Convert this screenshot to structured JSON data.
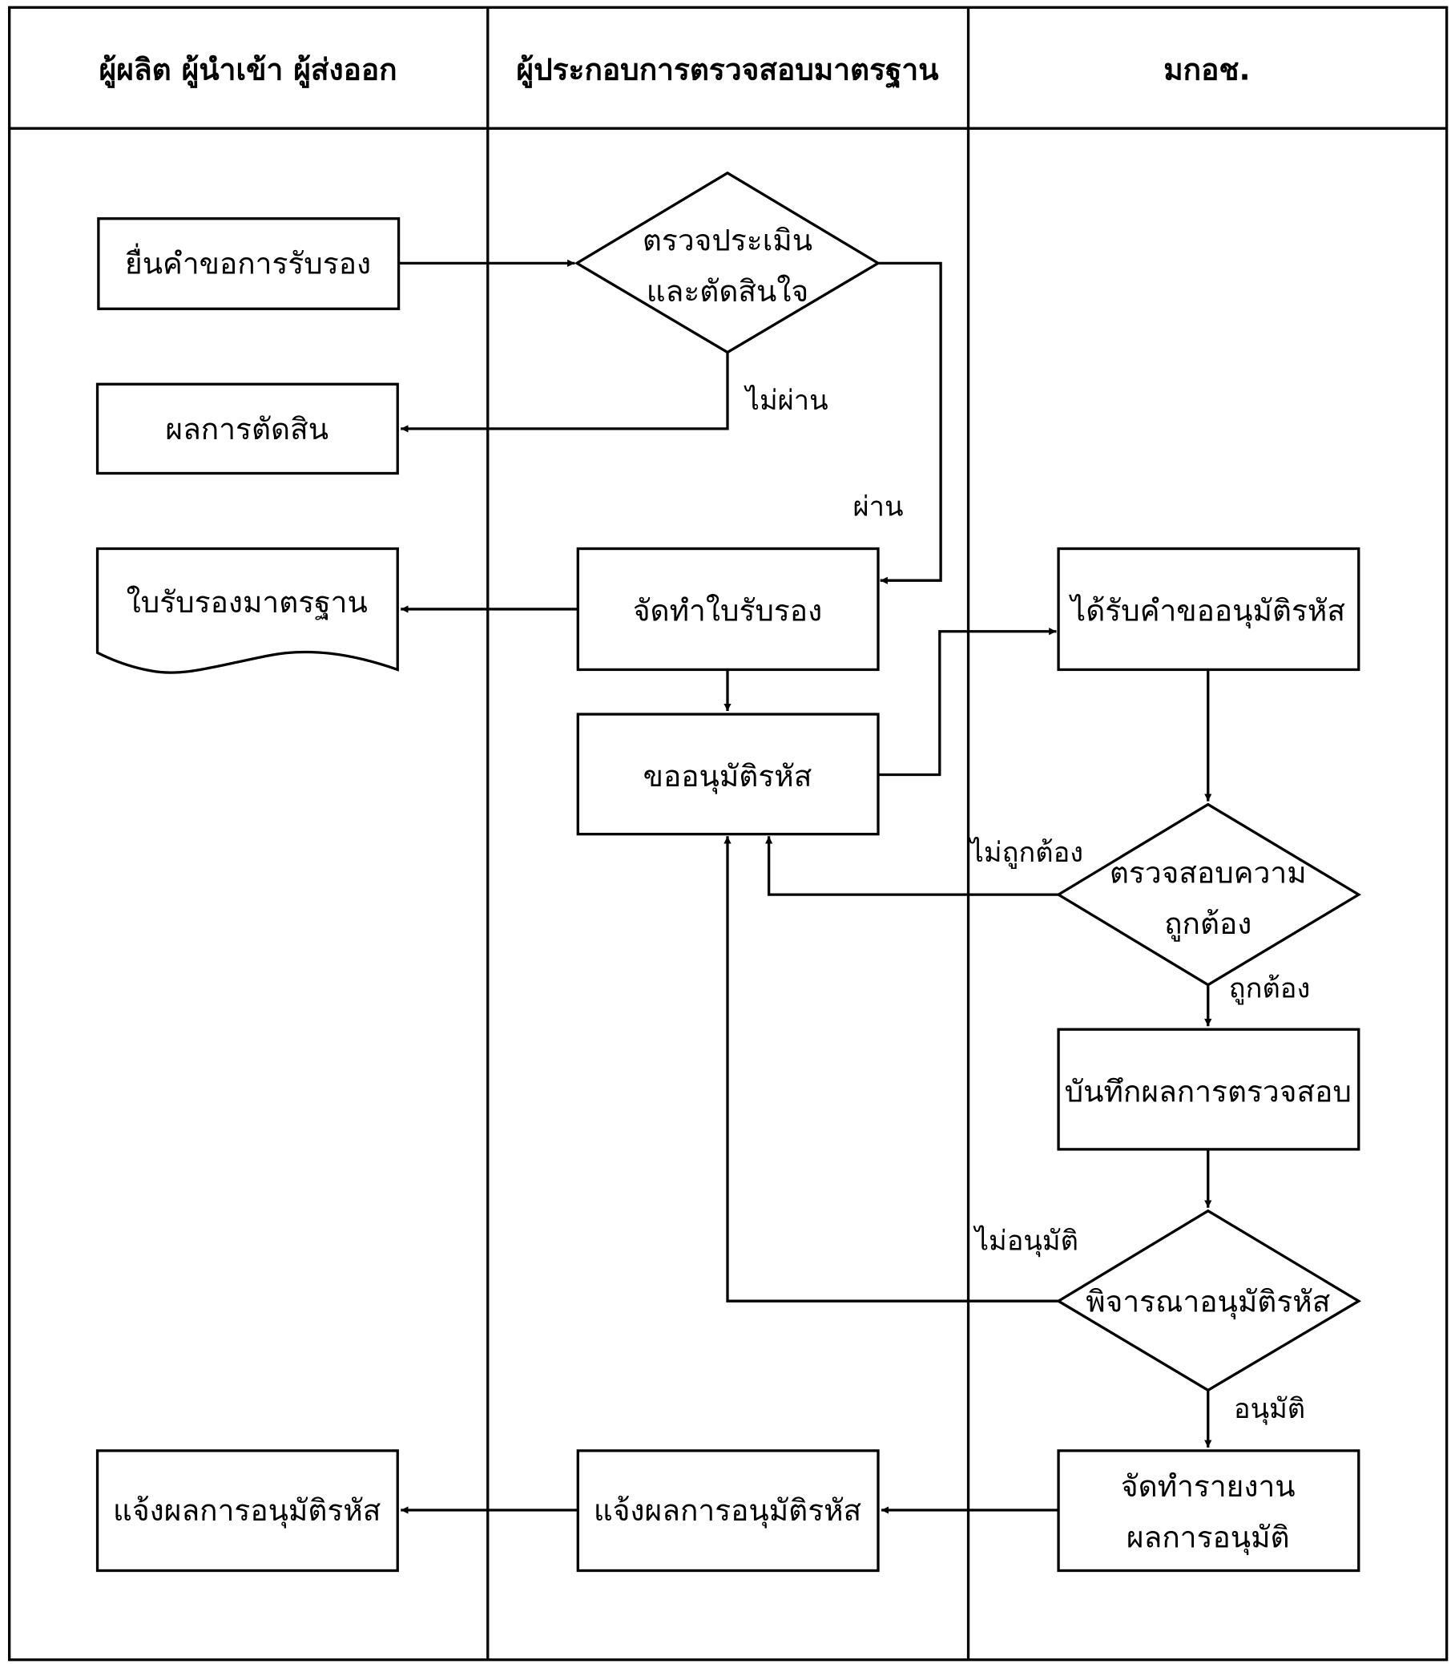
{
  "lanes": [
    {
      "header": "ผู้ผลิต ผู้นำเข้า ผู้ส่งออก"
    },
    {
      "header": "ผู้ประกอบการตรวจสอบมาตรฐาน"
    },
    {
      "header": "มกอช."
    }
  ],
  "nodes": {
    "submit_request": "ยื่นคำขอการรับรอง",
    "decision_result": "ผลการตัดสิน",
    "certificate": "ใบรับรองมาตรฐาน",
    "evaluate_line1": "ตรวจประเมิน",
    "evaluate_line2": "และตัดสินใจ",
    "issue_certificate": "จัดทำใบรับรอง",
    "request_code": "ขออนุมัติรหัส",
    "receive_request": "ได้รับคำขออนุมัติรหัส",
    "verify_line1": "ตรวจสอบความ",
    "verify_line2": "ถูกต้อง",
    "record_result": "บันทึกผลการตรวจสอบ",
    "consider_code": "พิจารณาอนุมัติรหัส",
    "prepare_report_line1": "จัดทำรายงาน",
    "prepare_report_line2": "ผลการอนุมัติ",
    "notify_mid": "แจ้งผลการอนุมัติรหัส",
    "notify_left": "แจ้งผลการอนุมัติรหัส"
  },
  "edge_labels": {
    "fail": "ไม่ผ่าน",
    "pass": "ผ่าน",
    "incorrect": "ไม่ถูกต้อง",
    "correct": "ถูกต้อง",
    "not_approved": "ไม่อนุมัติ",
    "approved": "อนุมัติ"
  }
}
